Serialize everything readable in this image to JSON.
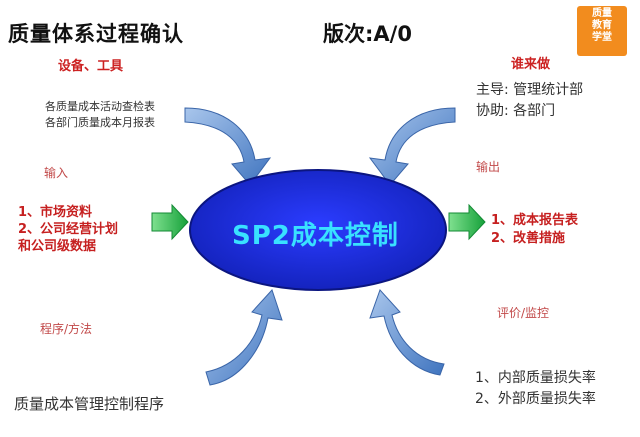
{
  "header": {
    "title": "质量体系过程确认",
    "version": "版次:A/0",
    "logo_lines": [
      "质量",
      "教育",
      "学堂"
    ]
  },
  "center": {
    "label": "SP2成本控制"
  },
  "top_left": {
    "heading": "设备、工具",
    "lines": [
      "各质量成本活动查检表",
      "各部门质量成本月报表"
    ]
  },
  "top_right": {
    "heading": "谁来做",
    "lines": [
      "主导: 管理统计部",
      "协助: 各部门"
    ]
  },
  "left": {
    "heading": "输入",
    "items": [
      "1、市场资料",
      "2、公司经营计划",
      "和公司级数据"
    ]
  },
  "right": {
    "heading": "输出",
    "items": [
      "1、成本报告表",
      "2、改善措施"
    ]
  },
  "bottom_left": {
    "heading": "程序/方法",
    "text": "质量成本管理控制程序"
  },
  "bottom_right": {
    "heading": "评价/监控",
    "lines": [
      "1、内部质量损失率",
      "2、外部质量损失率"
    ]
  },
  "colors": {
    "ellipse_fill": "#1f2ed6",
    "ellipse_text": "#39e1ff",
    "arrow_blue": "#5b8fd0",
    "arrow_green": "#2fbf52"
  }
}
